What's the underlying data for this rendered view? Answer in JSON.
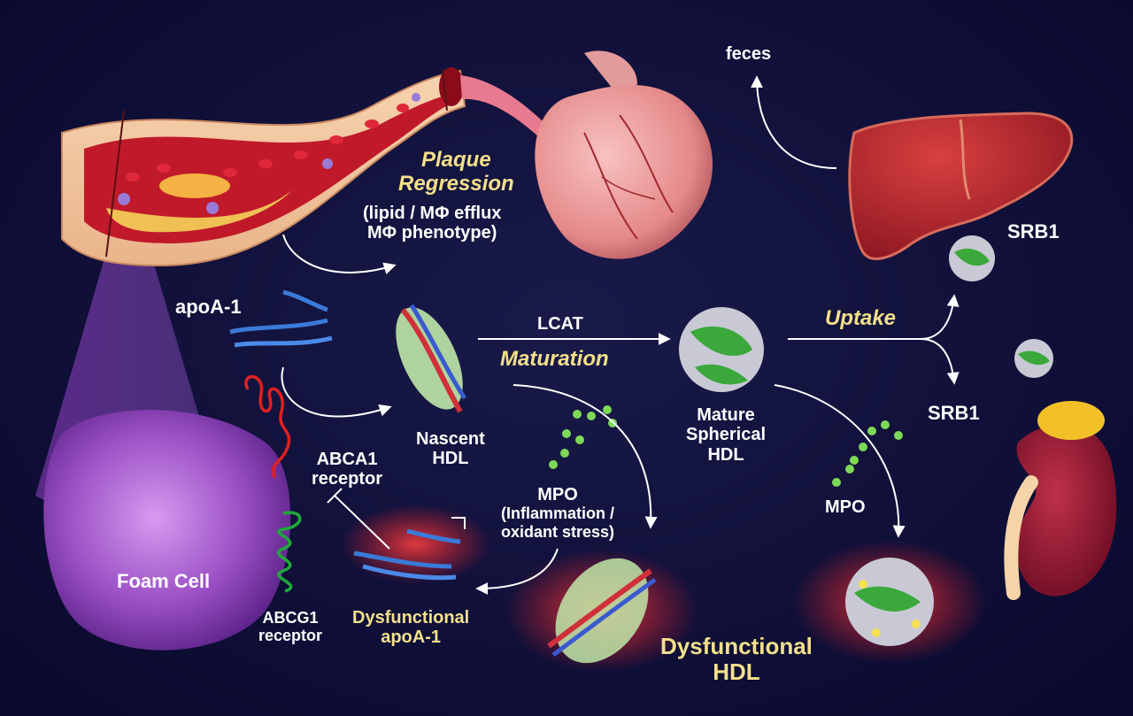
{
  "labels": {
    "feces": "feces",
    "plaque_regression": [
      "Plaque",
      "Regression"
    ],
    "plaque_detail": [
      "(lipid / MΦ efflux",
      "MΦ phenotype)"
    ],
    "srb1_liver": "SRB1",
    "srb1_kidney": "SRB1",
    "apoa1": "apoA-1",
    "lcat": "LCAT",
    "maturation": "Maturation",
    "uptake": "Uptake",
    "nascent_hdl": [
      "Nascent",
      "HDL"
    ],
    "mature_hdl": [
      "Mature",
      "Spherical",
      "HDL"
    ],
    "abca1": [
      "ABCA1",
      "receptor"
    ],
    "mpo_center": [
      "MPO",
      "(Inflammation /",
      "oxidant stress)"
    ],
    "mpo_right": "MPO",
    "foam_cell": "Foam Cell",
    "abcg1": [
      "ABCG1",
      "receptor"
    ],
    "dysfunctional_apoa1": [
      "Dysfunctional",
      "apoA-1"
    ],
    "dysfunctional_hdl": [
      "Dysfunctional",
      "HDL"
    ]
  },
  "colors": {
    "background": "#0f0f38",
    "label_white": "#ffffff",
    "label_gold": "#f3e08a",
    "hdl_green": "#3aa83a",
    "hdl_grey": "#c9c9d6",
    "mpo_green": "#7ed957",
    "liver": "#a8202a",
    "foam_cell": "#9a4fc4"
  }
}
